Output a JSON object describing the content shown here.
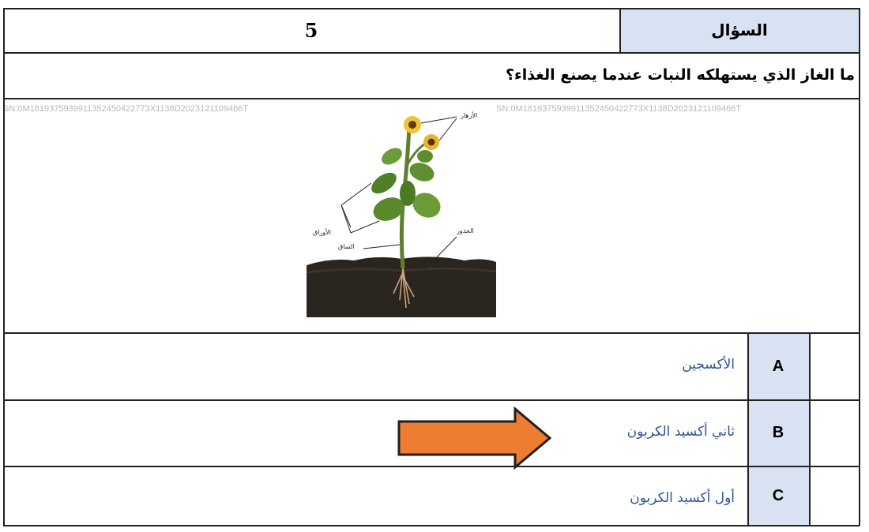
{
  "header": {
    "question_label": "السؤال",
    "question_number": "5"
  },
  "question": {
    "text": "ما الغاز الذي يستهلكه النبات عندما يصنع الغذاء؟"
  },
  "figure": {
    "serial_left": "SN:0M1819375939911352450422773X1138D2023121109466T",
    "serial_right": "SN:0M1819375939911352450422773X1138D2023121109466T",
    "labels": {
      "flowers": "الأزهار",
      "leaves": "الأوراق",
      "stem": "الساق",
      "roots": "الجذور"
    }
  },
  "options": [
    {
      "letter": "A",
      "text": "الأكسجين"
    },
    {
      "letter": "B",
      "text": "ثاني أكسيد الكربون"
    },
    {
      "letter": "C",
      "text": "أول أكسيد الكربون"
    }
  ],
  "colors": {
    "label_cell": "#d9e2f3",
    "answer_text": "#2f5597",
    "arrow_fill": "#ed7d31",
    "arrow_stroke": "#1f1f1f"
  },
  "pointer": {
    "icon": "right-arrow-icon",
    "points_to": "B"
  }
}
